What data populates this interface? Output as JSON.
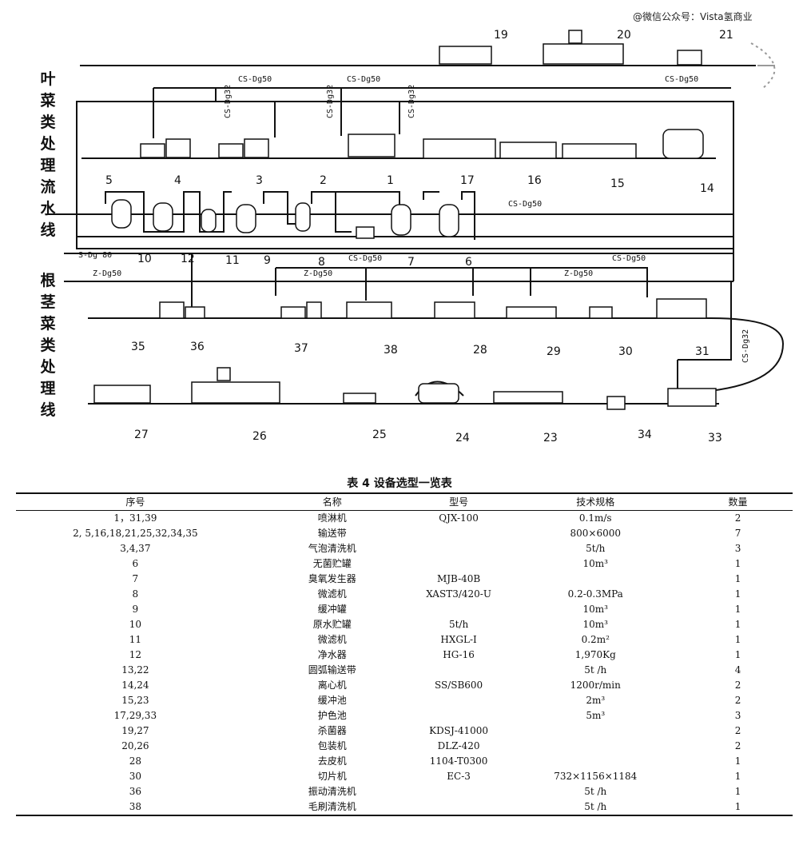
{
  "watermark": "@微信公众号：Vista氢商业",
  "left_labels": {
    "leafy": "叶菜类处理流水线",
    "root": "根茎菜类处理线"
  },
  "pipe_labels": [
    {
      "id": "cs-dg50-a",
      "text": "CS-Dg50"
    },
    {
      "id": "cs-dg50-b",
      "text": "CS-Dg50"
    },
    {
      "id": "cs-dg50-c",
      "text": "CS-Dg50"
    },
    {
      "id": "cs-dg32-a",
      "text": "CS-Dg32"
    },
    {
      "id": "cs-dg32-b",
      "text": "CS-Dg32"
    },
    {
      "id": "cs-dg32-c",
      "text": "CS-Dg32"
    },
    {
      "id": "cs-dg50-d",
      "text": "CS-Dg50"
    },
    {
      "id": "s-dg80",
      "text": "S-Dg 80"
    },
    {
      "id": "cs-dg50-e",
      "text": "CS-Dg50"
    },
    {
      "id": "cs-dg50-f",
      "text": "CS-Dg50"
    },
    {
      "id": "z-dg50-a",
      "text": "Z-Dg50"
    },
    {
      "id": "z-dg50-b",
      "text": "Z-Dg50"
    },
    {
      "id": "z-dg50-c",
      "text": "Z-Dg50"
    },
    {
      "id": "cs-dg32-d",
      "text": "CS-Dg32"
    }
  ],
  "equipment_numbers": [
    "19",
    "20",
    "21",
    "5",
    "4",
    "3",
    "2",
    "1",
    "17",
    "16",
    "15",
    "14",
    "10",
    "12",
    "11",
    "9",
    "8",
    "7",
    "6",
    "35",
    "36",
    "37",
    "38",
    "28",
    "29",
    "30",
    "31",
    "27",
    "26",
    "25",
    "24",
    "23",
    "34",
    "33"
  ],
  "table": {
    "title": "表 4  设备选型一览表",
    "headers": [
      "序号",
      "名称",
      "型号",
      "技术规格",
      "数量"
    ],
    "rows": [
      [
        "1，31,39",
        "喷淋机",
        "QJX-100",
        "0.1m/s",
        "2"
      ],
      [
        "2, 5,16,18,21,25,32,34,35",
        "输送带",
        "",
        "800×6000",
        "7"
      ],
      [
        "3,4,37",
        "气泡清洗机",
        "",
        "5t/h",
        "3"
      ],
      [
        "6",
        "无菌贮罐",
        "",
        "10m³",
        "1"
      ],
      [
        "7",
        "臭氧发生器",
        "MJB-40B",
        "",
        "1"
      ],
      [
        "8",
        "微滤机",
        "XAST3/420-U",
        "0.2-0.3MPa",
        "1"
      ],
      [
        "9",
        "缓冲罐",
        "",
        "10m³",
        "1"
      ],
      [
        "10",
        "原水贮罐",
        "5t/h",
        "10m³",
        "1"
      ],
      [
        "11",
        "微滤机",
        "HXGL-I",
        "0.2m²",
        "1"
      ],
      [
        "12",
        "净水器",
        "HG-16",
        "1,970Kg",
        "1"
      ],
      [
        "13,22",
        "圆弧输送带",
        "",
        "5t /h",
        "4"
      ],
      [
        "14,24",
        "离心机",
        "SS/SB600",
        "1200r/min",
        "2"
      ],
      [
        "15,23",
        "缓冲池",
        "",
        "2m³",
        "2"
      ],
      [
        "17,29,33",
        "护色池",
        "",
        "5m³",
        "3"
      ],
      [
        "19,27",
        "杀菌器",
        "KDSJ-41000",
        "",
        "2"
      ],
      [
        "20,26",
        "包装机",
        "DLZ-420",
        "",
        "2"
      ],
      [
        "28",
        "去皮机",
        "1104-T0300",
        "",
        "1"
      ],
      [
        "30",
        "切片机",
        "EC-3",
        "732×1156×1184",
        "1"
      ],
      [
        "36",
        "振动清洗机",
        "",
        "5t /h",
        "1"
      ],
      [
        "38",
        "毛刷清洗机",
        "",
        "5t /h",
        "1"
      ]
    ]
  }
}
